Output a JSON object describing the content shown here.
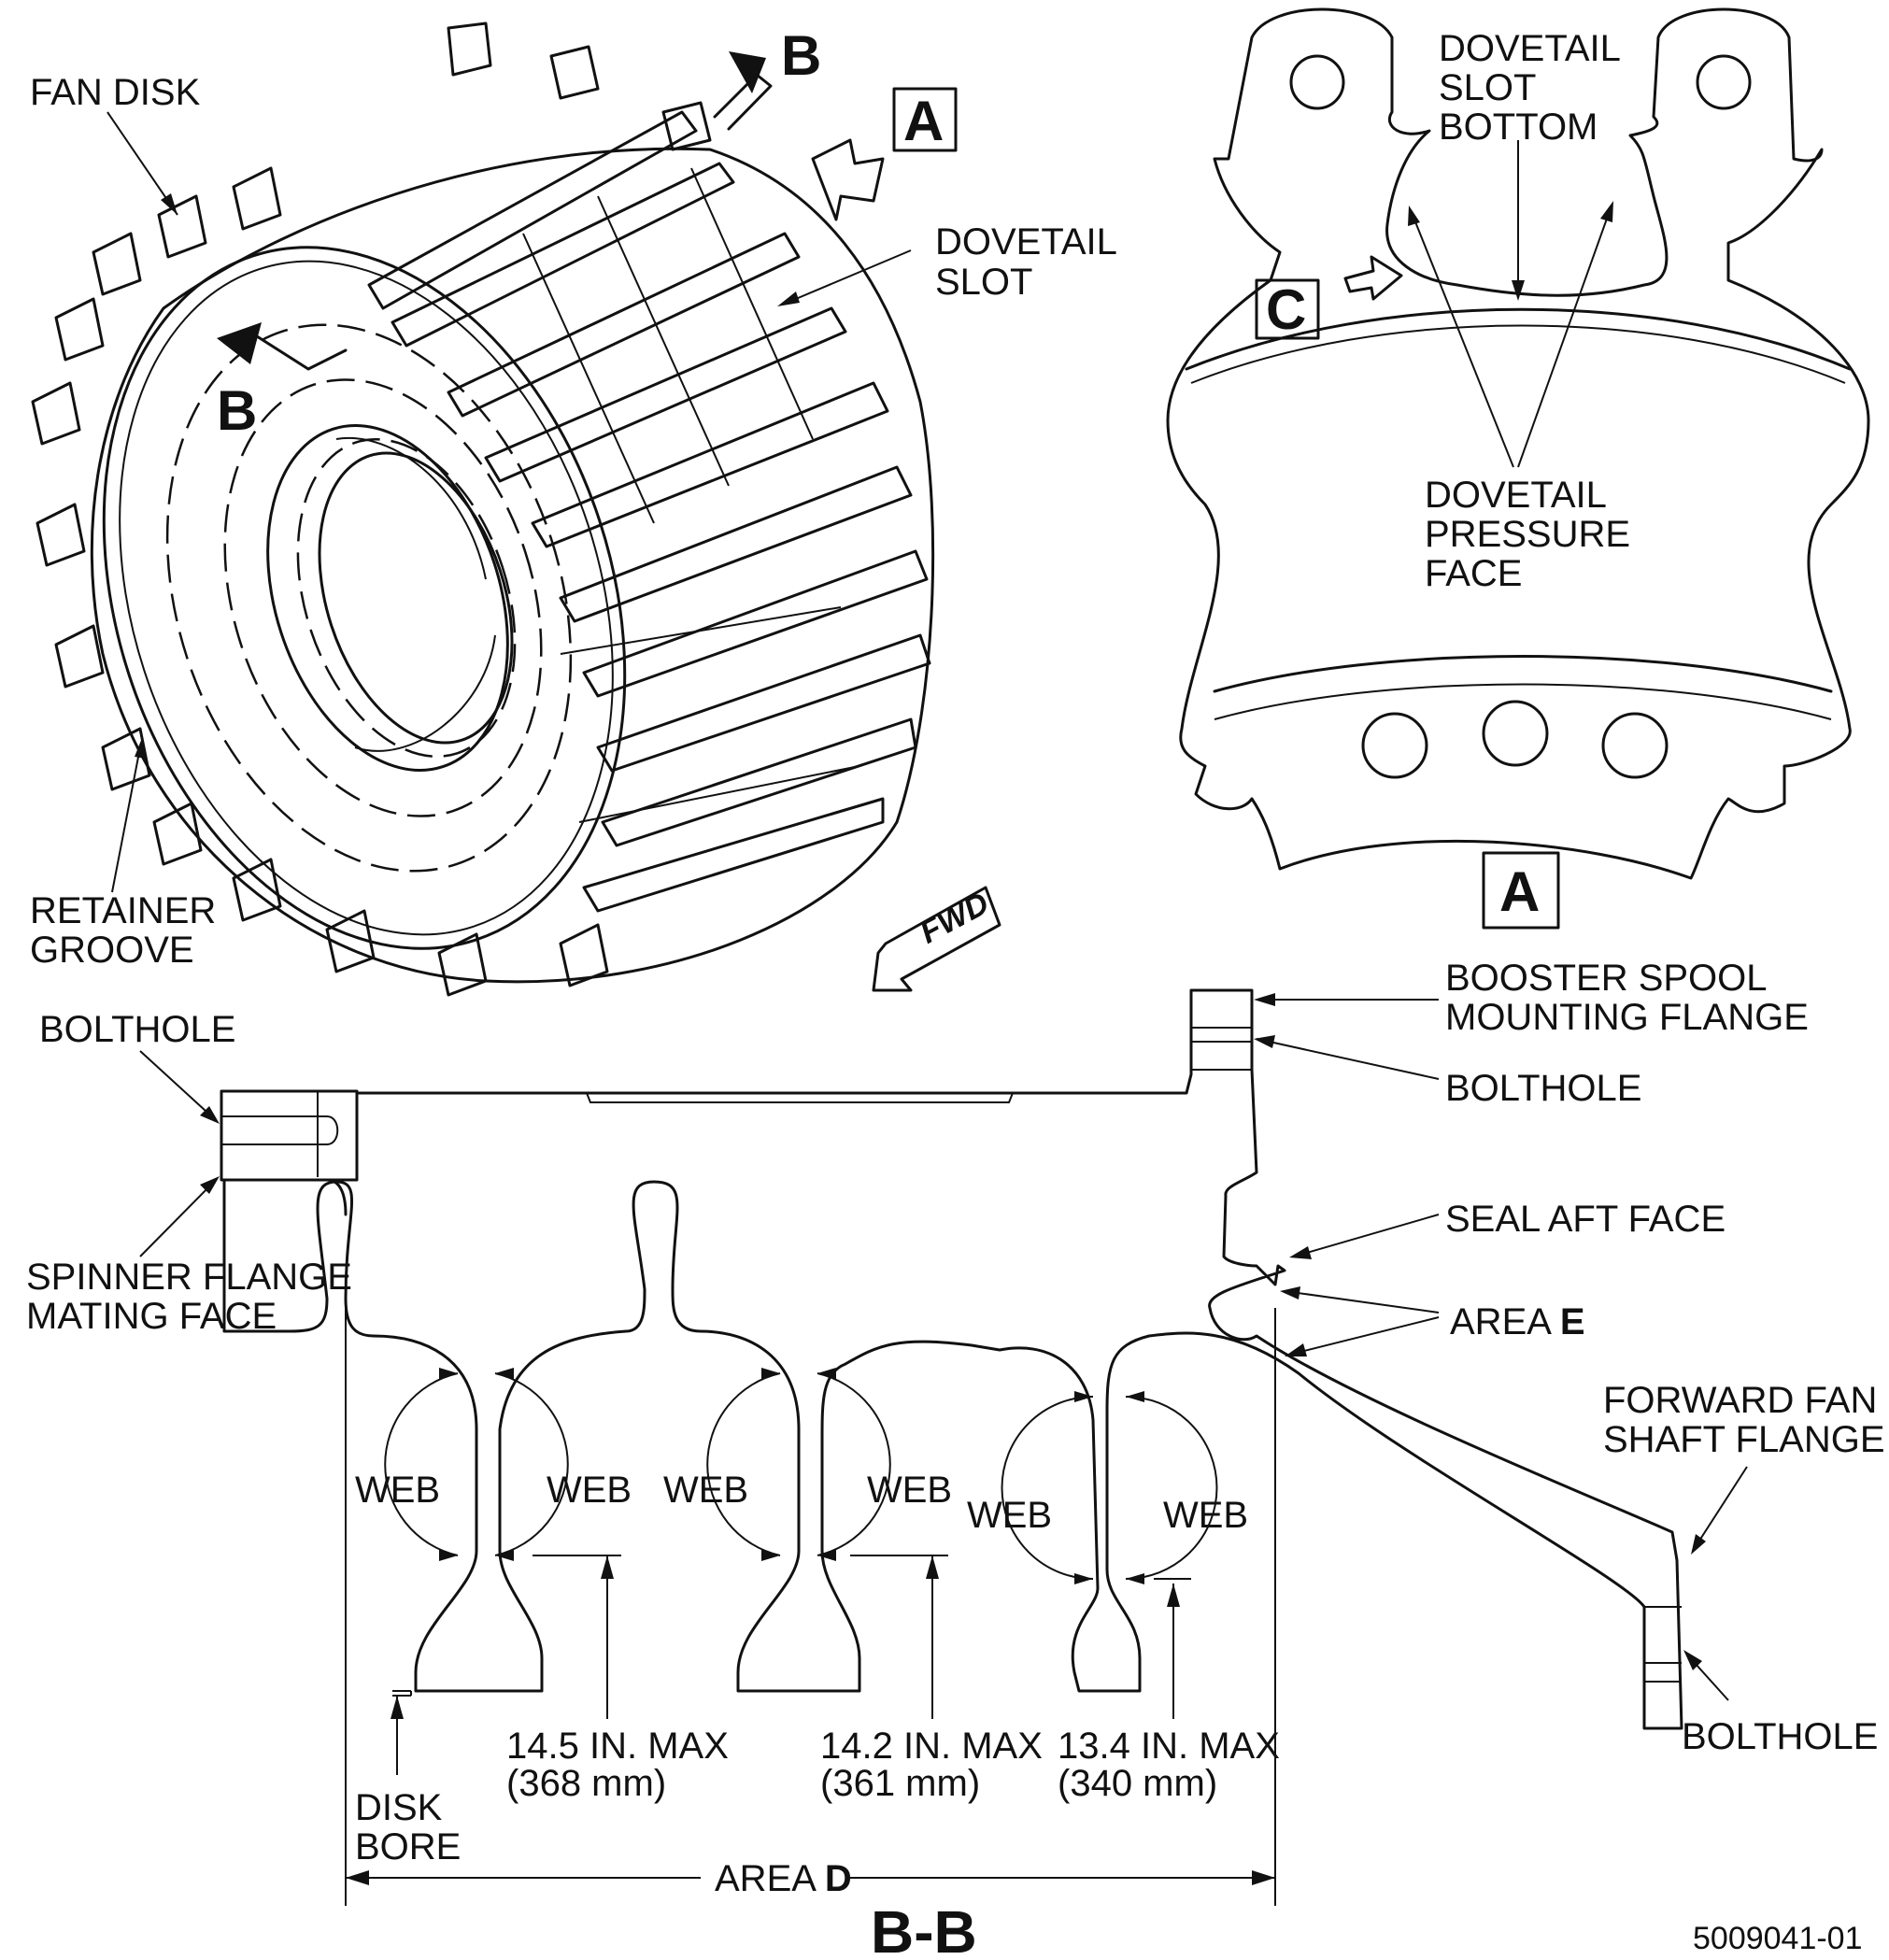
{
  "labels": {
    "fan_disk": "FAN DISK",
    "section_mark": "B",
    "view_a": "A",
    "dovetail_slot_1": "DOVETAIL",
    "dovetail_slot_2": "SLOT",
    "retainer_1": "RETAINER",
    "retainer_2": "GROOVE",
    "fwd": "FWD",
    "slot_bottom_1": "DOVETAIL",
    "slot_bottom_2": "SLOT",
    "slot_bottom_3": "BOTTOM",
    "view_c": "C",
    "pressure_1": "DOVETAIL",
    "pressure_2": "PRESSURE",
    "pressure_3": "FACE",
    "booster_1": "BOOSTER SPOOL",
    "booster_2": "MOUNTING FLANGE",
    "bolthole": "BOLTHOLE",
    "seal_aft_face": "SEAL AFT FACE",
    "area_prefix": "AREA ",
    "area_e": "E",
    "area_d": "D",
    "spinner_1": "SPINNER FLANGE",
    "spinner_2": "MATING FACE",
    "forward_1": "FORWARD FAN",
    "forward_2": "SHAFT FLANGE",
    "web": "WEB",
    "dim1_a": "14.5 IN. MAX",
    "dim1_b": "(368 mm)",
    "dim2_a": "14.2 IN. MAX",
    "dim2_b": "(361 mm)",
    "dim3_a": "13.4 IN. MAX",
    "dim3_b": "(340 mm)",
    "bore_1": "DISK",
    "bore_2": "BORE",
    "section_title": "B-B",
    "figure_id": "5009041-01"
  }
}
